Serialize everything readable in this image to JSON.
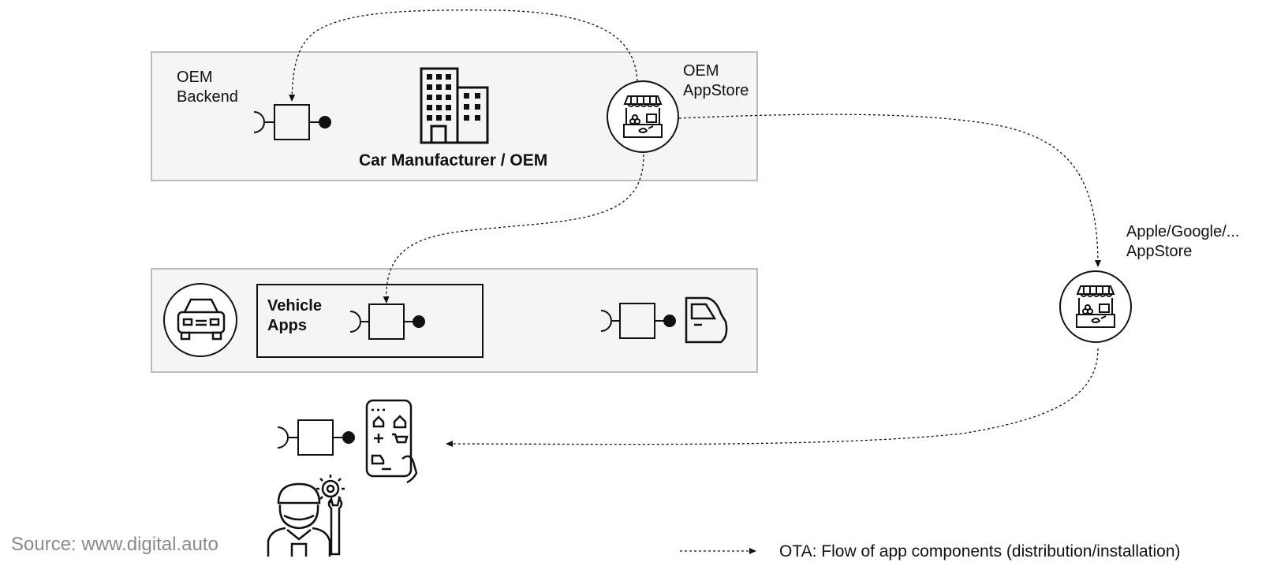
{
  "diagram": {
    "oem_backend_label": [
      "OEM",
      "Backend"
    ],
    "car_manufacturer_label": "Car Manufacturer / OEM",
    "oem_appstore_label": [
      "OEM",
      "AppStore"
    ],
    "public_appstore_label": [
      "Apple/Google/...",
      "AppStore"
    ],
    "vehicle_apps_label": [
      "Vehicle",
      "Apps"
    ],
    "legend_text": "OTA: Flow of app components (distribution/installation)",
    "source_text": "Source: www.digital.auto",
    "icons": [
      "building-icon",
      "store-icon",
      "car-icon",
      "car-door-icon",
      "smartphone-apps-icon",
      "mechanic-icon"
    ]
  }
}
